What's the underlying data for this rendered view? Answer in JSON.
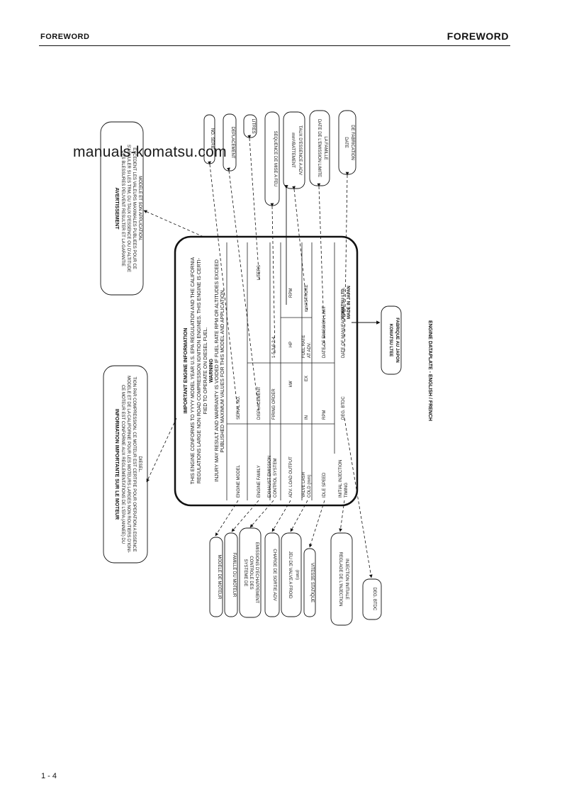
{
  "header": {
    "left": "FOREWORD",
    "right": "FOREWORD"
  },
  "watermark": "manuals-komatsu.com",
  "footer": {
    "page": "1 - 4"
  },
  "caption": "ENGINE DATAPLATE - ENGLISH / FRENCH",
  "plate": {
    "title": "IMPORTANT ENGINE INFORMATION",
    "intro_1": "THIS ENGINE CONFORMS TO YYYY MODEL YEAR U.S. EPA REGULATION AND THE CALIFORNIA",
    "intro_2": "REGULATIONS LARGE NON ROAD COMPRESSION IGNITION ENGINES. THIS ENGINE IS CERTI-",
    "intro_3": "FIED TO OPERATE ON DIESEL FUEL.",
    "warning_title": "WARNING",
    "warning_1": "INJURY MAY RESULT AND WARRANTY IS VOIDED IF FUEL RATE RPM OR ALTITUDES EXCEED",
    "warning_2": "PUBLISHED MAXIMUM VALUES FOR THIS MODEL AND APPLICATION.",
    "engine_model": "ENGINE MODEL",
    "serial_no": "SERIAL NO.",
    "engine_family": "ENGINE FAMILY",
    "displacement": "DISPLACEMENT",
    "displacement_val": "LITERS",
    "exhaust_1": "EXHAUST EMISSION",
    "exhaust_2": "CONTROL SYSTEM",
    "firing_order": "FIRING ORDER",
    "firing_order_val": "1-5-3-6-2-4",
    "adv_power": "ADV. LOAD OUTPUT",
    "adv_kw": "kW",
    "hp": "HP",
    "rpm": "RPM",
    "valve_1": "VALVE LASH",
    "valve_2": "COLD (mm)",
    "valve_in": "IN",
    "valve_ex": "EX",
    "fuel_rate_1": "FUEL RATE",
    "fuel_rate_2": "AT ADV.",
    "fuel_rate_unit": "mm³/STROKE",
    "idle_speed": "IDLE SPEED",
    "idle_rpm": "RPM",
    "date_emission": "DATE OF EMISSION LIMIT",
    "injection_1": "INITIAL INJECTION",
    "injection_2": "TIMING",
    "injection_val": "DEG. BTDC",
    "date_manufacture": "DATE OF MANUFACTURE",
    "maker_1": "KOMATSU LTD.",
    "maker_2": "MADE IN JAPAN"
  },
  "labels": {
    "avert_title": "AVERTISSEMENT",
    "avert_1": "DES BLESSURES PEUVENT RESULTER ET LA GARANTIE",
    "avert_2": "S'ANNULER SI LES TRM, DU TAUX D'ESSENCE OU D'ALTITUDE",
    "avert_3": "EXCEDENT LES VALEURS MAXIMALES PUBLIEES POUR CE",
    "avert_4": "MODELE ET SON APPLICATION.",
    "info_title": "INFORMATION IMPORTANTE SUR LE MOTEUR",
    "info_1": "CE MOTEUR EST CONFORME AUX REGLEMENTATIONS DE L'EPA (ANNEE) DU",
    "info_2": "MODELE ET DE LA CALIFORNIE POUR LES MOTEURS LARGES NON ROUTIERS D'IGNI-",
    "info_3": "TION PAR COMPRESSION. CE MOTEUR EST CERTIFIE POUR OPERATION A ESSENCE",
    "info_4": "DIESEL.",
    "no_serie": "NO. SERIE",
    "deplacement": "DEPLACEMENT",
    "litres": "LITRES",
    "sequence": "SEQUENCE DE MISE A FEU",
    "taux_1": "mm³/BATTEMENT",
    "taux_2": "TAUX D'ESSENCE A ADV",
    "date_emission_1": "DATE DE L'EMISSION LIMITE",
    "date_emission_2": "LA FAMILLE",
    "date_fab_1": "DATE",
    "date_fab_2": "DE FABRICATION",
    "modele": "MODELE DE MOTEUR",
    "famille": "FAMILLE DU MOTEUR",
    "systeme_1": "SYSTEME DE",
    "systeme_2": "CONTROLE DES",
    "systeme_3": "EMISSIONS D'ECHAPPEMENT",
    "charge": "CHARGE DE SORTIE ADV",
    "jeu_1": "JEU DE VALVE A FROID",
    "jeu_2": "(mm)",
    "vitesse": "VITESSE STATIQUE",
    "reglage_1": "REGLAGE DE L'INJECTION",
    "reglage_2": "INJECTION INITIALE",
    "deg": "DEG. BTDC",
    "maker_fr_1": "KOMATSU LTEE",
    "maker_fr_2": "FABRIQUE AU JAPON"
  }
}
